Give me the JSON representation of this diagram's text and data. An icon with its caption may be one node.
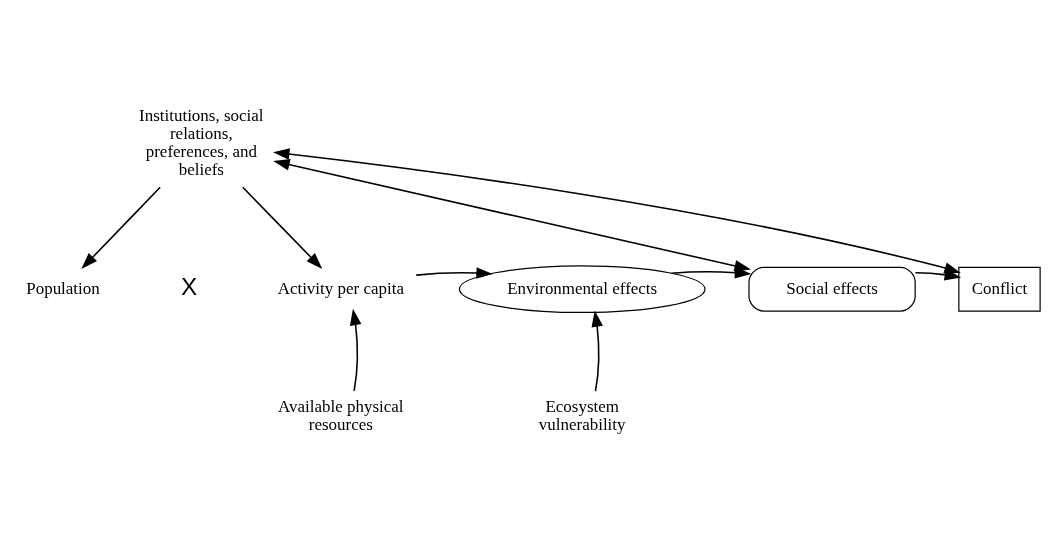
{
  "diagram": {
    "nodes": [
      {
        "text": [
          "Institutions, social relations, preferences, and beliefs"
        ]
      },
      {
        "text": [
          "Population"
        ]
      },
      {
        "text": [
          "Activity per capita"
        ]
      },
      {
        "text": [
          "Environmental effects"
        ]
      },
      {
        "text": [
          "Social effects"
        ]
      },
      {
        "text": [
          "Conflict"
        ]
      },
      {
        "text": [
          "Available physical resources"
        ]
      },
      {
        "text": [
          "Ecosystem vulnerability"
        ]
      }
    ],
    "edges": [
      {
        "from": 0,
        "to": 1,
        "arrow": "to"
      },
      {
        "from": 0,
        "to": 2,
        "arrow": "to"
      },
      {
        "from": 2,
        "to": 3,
        "arrow": "to"
      },
      {
        "from": 3,
        "to": 4,
        "arrow": "to"
      },
      {
        "from": 4,
        "to": 5,
        "arrow": "to"
      },
      {
        "from": 6,
        "to": 2,
        "arrow": "to"
      },
      {
        "from": 7,
        "to": 3,
        "arrow": "to"
      },
      {
        "from": 4,
        "to": 0,
        "arrow": "both"
      },
      {
        "from": 5,
        "to": 0,
        "arrow": "both"
      }
    ],
    "labels": [
      "X"
    ]
  }
}
